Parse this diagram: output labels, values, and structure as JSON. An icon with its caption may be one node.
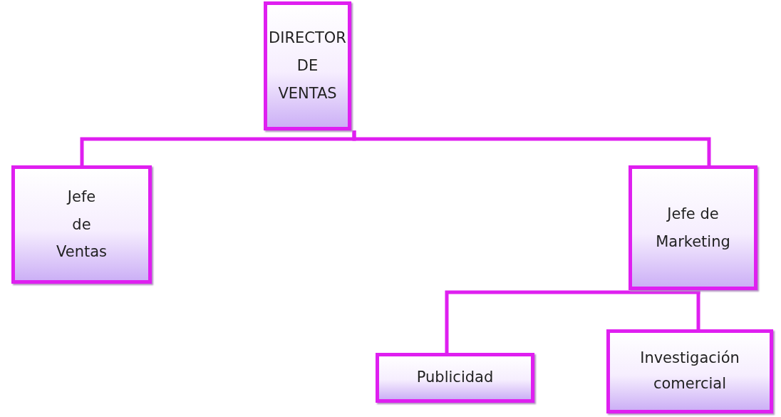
{
  "diagram": {
    "nodes": [
      {
        "text": [
          "DIRECTOR DE VENTAS"
        ]
      },
      {
        "text": [
          "Jefe de Ventas"
        ]
      },
      {
        "text": [
          "Jefe de Marketing"
        ]
      },
      {
        "text": [
          "Publicidad"
        ]
      },
      {
        "text": [
          "Investigación comercial"
        ]
      }
    ],
    "edges": [
      {
        "from": 0,
        "to": 1,
        "arrow": "none"
      },
      {
        "from": 0,
        "to": 2,
        "arrow": "none"
      },
      {
        "from": 2,
        "to": 3,
        "arrow": "none"
      },
      {
        "from": 2,
        "to": 4,
        "arrow": "none"
      }
    ]
  }
}
